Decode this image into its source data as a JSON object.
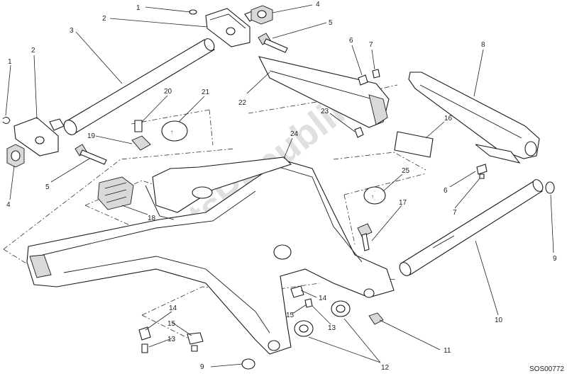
{
  "diagram": {
    "code": "SOS00772",
    "watermark": "PartsRepublik",
    "callouts": [
      {
        "id": "c1a",
        "label": "1"
      },
      {
        "id": "c2a",
        "label": "2"
      },
      {
        "id": "c3",
        "label": "3"
      },
      {
        "id": "c4a",
        "label": "4"
      },
      {
        "id": "c5a",
        "label": "5"
      },
      {
        "id": "c6a",
        "label": "6"
      },
      {
        "id": "c7a",
        "label": "7"
      },
      {
        "id": "c8",
        "label": "8"
      },
      {
        "id": "c1b",
        "label": "1"
      },
      {
        "id": "c2b",
        "label": "2"
      },
      {
        "id": "c20",
        "label": "20"
      },
      {
        "id": "c21",
        "label": "21"
      },
      {
        "id": "c22",
        "label": "22"
      },
      {
        "id": "c23",
        "label": "23"
      },
      {
        "id": "c16",
        "label": "16"
      },
      {
        "id": "c19",
        "label": "19"
      },
      {
        "id": "c24",
        "label": "24"
      },
      {
        "id": "c4b",
        "label": "4"
      },
      {
        "id": "c5b",
        "label": "5"
      },
      {
        "id": "c25",
        "label": "25"
      },
      {
        "id": "c6b",
        "label": "6"
      },
      {
        "id": "c7b",
        "label": "7"
      },
      {
        "id": "c18",
        "label": "18"
      },
      {
        "id": "c17",
        "label": "17"
      },
      {
        "id": "c9a",
        "label": "9"
      },
      {
        "id": "c14a",
        "label": "14"
      },
      {
        "id": "c15a",
        "label": "15"
      },
      {
        "id": "c13a",
        "label": "13"
      },
      {
        "id": "c10",
        "label": "10"
      },
      {
        "id": "c14b",
        "label": "14"
      },
      {
        "id": "c15b",
        "label": "15"
      },
      {
        "id": "c13b",
        "label": "13"
      },
      {
        "id": "c11",
        "label": "11"
      },
      {
        "id": "c9b",
        "label": "9"
      },
      {
        "id": "c12",
        "label": "12"
      }
    ]
  }
}
